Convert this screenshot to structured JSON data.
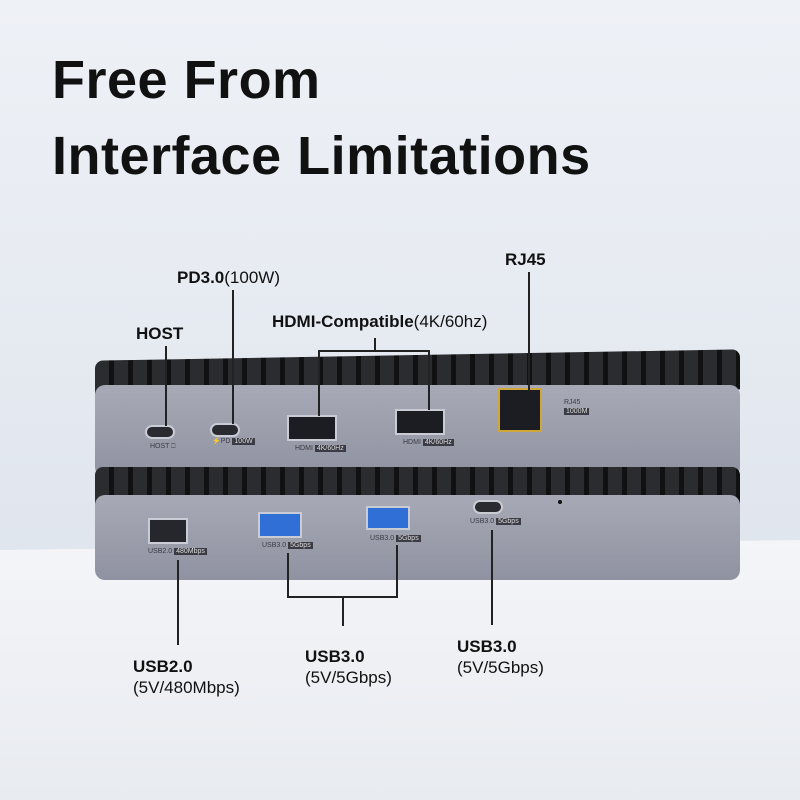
{
  "title": {
    "line1": "Free From",
    "line2": "Interface Limitations"
  },
  "callouts": {
    "host": "HOST",
    "pd_main": "PD3.0",
    "pd_sub": "(100W)",
    "hdmi_main": "HDMI-Compatible",
    "hdmi_sub": "(4K/60hz)",
    "rj45": "RJ45",
    "usb2_main": "USB2.0",
    "usb2_sub": "(5V/480Mbps)",
    "usb3a_main": "USB3.0",
    "usb3a_sub": "(5V/5Gbps)",
    "usb3c_main": "USB3.0",
    "usb3c_sub": "(5V/5Gbps)"
  },
  "port_labels": {
    "host": "HOST ⎕",
    "pd": "⚡PD",
    "pd_badge": "100W",
    "hdmi1": "HDMI",
    "hdmi1_badge": "4K/60Hz",
    "hdmi2": "HDMI",
    "hdmi2_badge": "4K/60Hz",
    "rj45": "RJ45",
    "rj45_badge": "1000M",
    "usb2": "USB2.0",
    "usb2_badge": "480Mbps",
    "usb3_1": "USB3.0",
    "usb3_1_badge": "5Gbps",
    "usb3_2": "USB3.0",
    "usb3_2_badge": "5Gbps",
    "usb3_c": "USB3.0",
    "usb3_c_badge": "5Gbps"
  }
}
